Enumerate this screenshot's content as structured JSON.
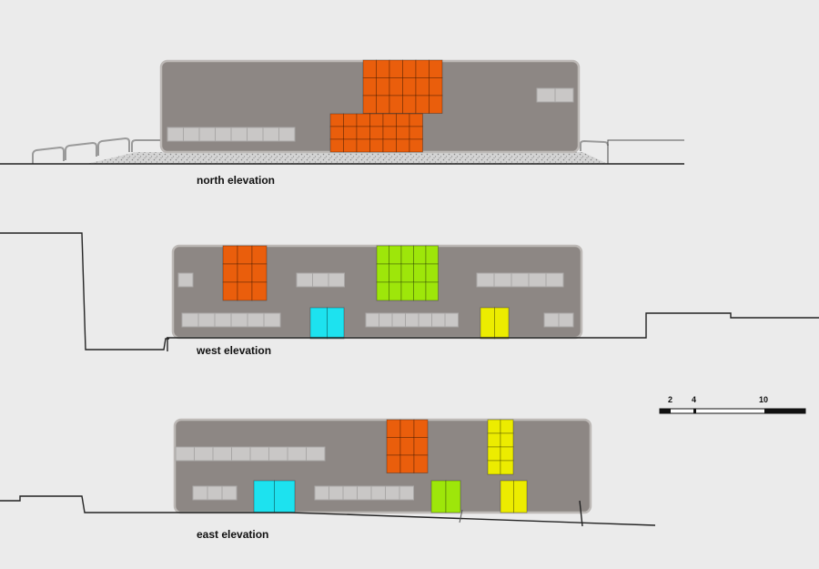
{
  "elevations": [
    {
      "id": "north",
      "label": "north elevation"
    },
    {
      "id": "west",
      "label": "west elevation"
    },
    {
      "id": "east",
      "label": "east elevation"
    }
  ],
  "scale_bar": {
    "ticks": [
      "2",
      "4",
      "10"
    ]
  },
  "colors": {
    "background": "#ebebeb",
    "wall": "#8d8784",
    "wall_edge": "#bdb9b6",
    "window": "#c9c7c6",
    "orange": "#ea5e0c",
    "lime": "#9ee60a",
    "cyan": "#1de2ef",
    "yellow": "#ecec00",
    "ground": "#222222"
  }
}
